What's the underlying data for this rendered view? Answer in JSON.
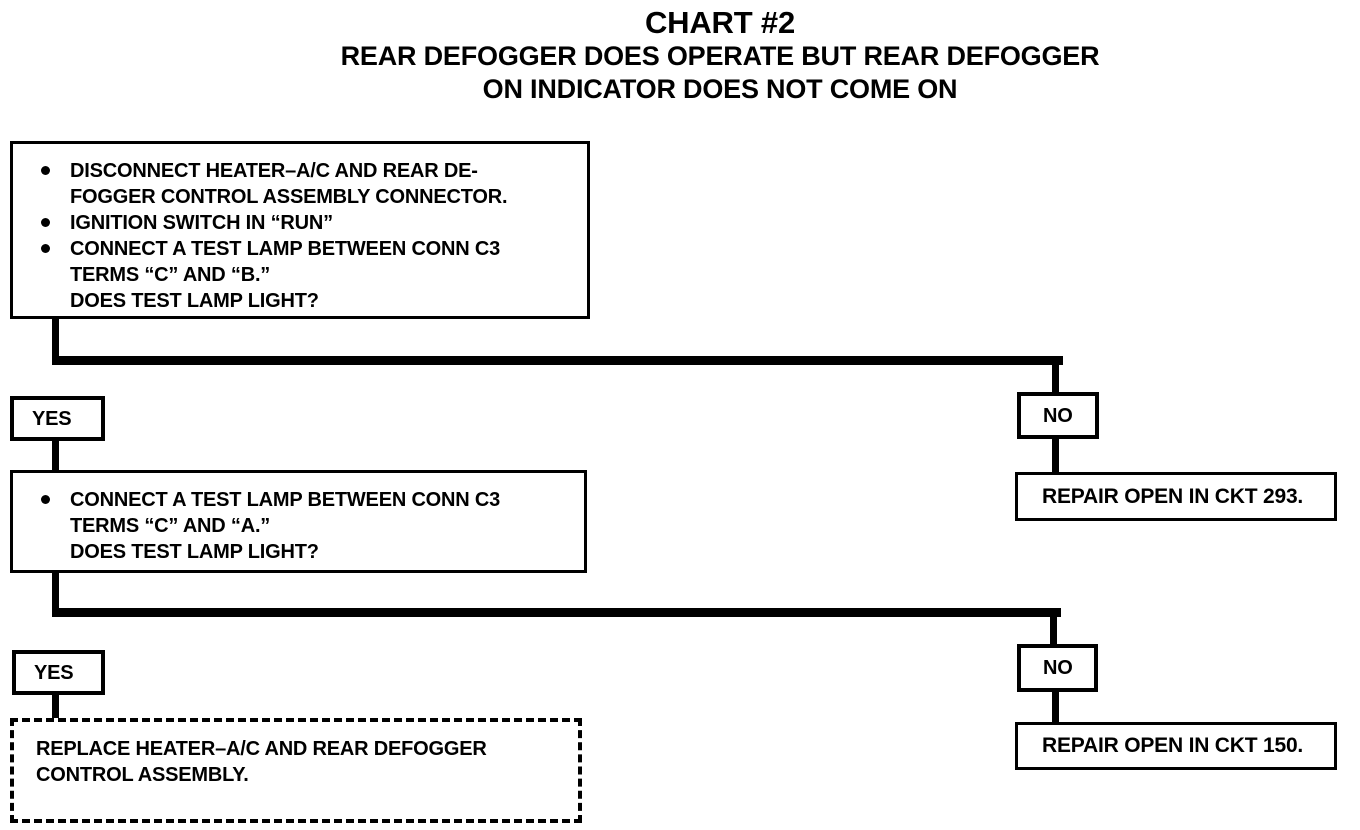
{
  "colors": {
    "ink": "#000000",
    "paper": "#ffffff"
  },
  "title": {
    "line1": "CHART #2",
    "line2": "REAR DEFOGGER DOES OPERATE BUT REAR DEFOGGER",
    "line3": "ON INDICATOR DOES NOT COME ON"
  },
  "nodes": {
    "step1": {
      "bullets": [
        {
          "lines": [
            "DISCONNECT HEATER–A/C AND REAR DE-",
            "FOGGER CONTROL ASSEMBLY CONNECTOR."
          ]
        },
        {
          "lines": [
            "IGNITION SWITCH IN “RUN”"
          ]
        },
        {
          "lines": [
            "CONNECT A TEST LAMP BETWEEN CONN C3",
            "TERMS “C” AND “B.”",
            "DOES TEST LAMP LIGHT?"
          ]
        }
      ]
    },
    "yes1": "YES",
    "no1": "NO",
    "repair293": "REPAIR OPEN IN CKT 293.",
    "step2": {
      "bullets": [
        {
          "lines": [
            "CONNECT A TEST LAMP BETWEEN CONN C3",
            "TERMS “C” AND “A.”",
            "DOES TEST LAMP LIGHT?"
          ]
        }
      ]
    },
    "yes2": "YES",
    "no2": "NO",
    "repair150": "REPAIR OPEN IN CKT 150.",
    "replace": {
      "lines": [
        "REPLACE HEATER–A/C AND REAR DEFOGGER",
        "CONTROL ASSEMBLY."
      ]
    }
  },
  "edges": [
    {
      "from": "step1",
      "label": "YES",
      "to": "step2"
    },
    {
      "from": "step1",
      "label": "NO",
      "to": "repair293"
    },
    {
      "from": "step2",
      "label": "YES",
      "to": "replace"
    },
    {
      "from": "step2",
      "label": "NO",
      "to": "repair150"
    }
  ]
}
